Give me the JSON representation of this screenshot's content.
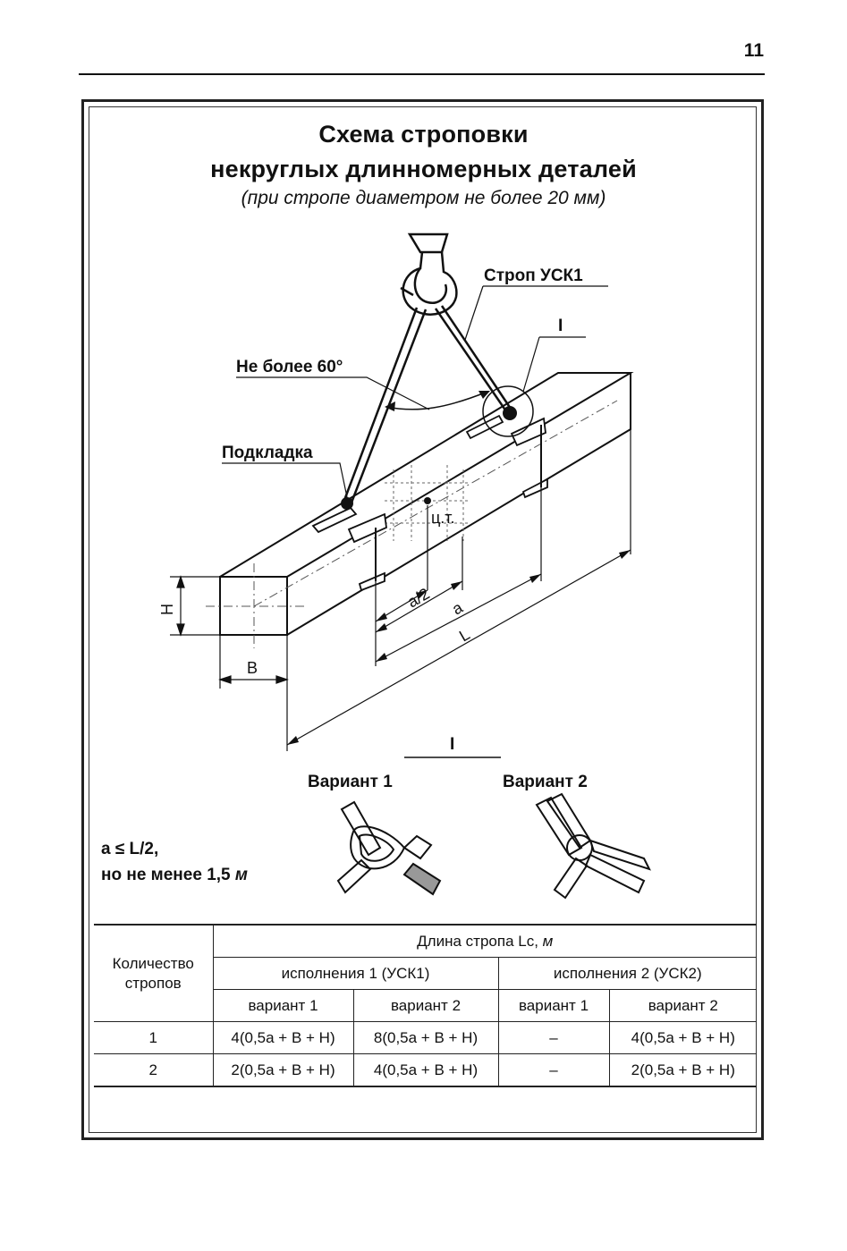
{
  "page_number": "11",
  "title_line1": "Схема строповки",
  "title_line2": "некруглых длинномерных деталей",
  "subtitle": "(при стропе диаметром не более 20 мм)",
  "diagram": {
    "sling_label": "Строп УСК1",
    "callout_roman": "I",
    "angle_label": "Не более 60°",
    "pad_label": "Подкладка",
    "cog_label": "ц.т.",
    "dim_a_half": "a/2",
    "dim_a": "a",
    "dim_L": "L",
    "dim_H": "H",
    "dim_B": "B",
    "detail_roman": "I",
    "variant1_label": "Вариант 1",
    "variant2_label": "Вариант 2"
  },
  "condition": {
    "line1": "a ≤ L/2,",
    "line2_prefix": "но не менее 1,5 ",
    "line2_unit": "м"
  },
  "table": {
    "col_count_header": "Количество стропов",
    "length_header_prefix": "Длина стропа Lс, ",
    "length_header_unit": "м",
    "exec1_header": "исполнения 1 (УСК1)",
    "exec2_header": "исполнения 2 (УСК2)",
    "variant1": "вариант 1",
    "variant2": "вариант 2",
    "variant1_b": "вариант 1",
    "variant2_b": "вариант 2",
    "rows": [
      {
        "count": "1",
        "e1v1": "4(0,5a + B + H)",
        "e1v2": "8(0,5a + B + H)",
        "e2v1": "–",
        "e2v2": "4(0,5a + B + H)"
      },
      {
        "count": "2",
        "e1v1": "2(0,5a + B + H)",
        "e1v2": "4(0,5a + B + H)",
        "e2v1": "–",
        "e2v2": "2(0,5a + B + H)"
      }
    ]
  }
}
